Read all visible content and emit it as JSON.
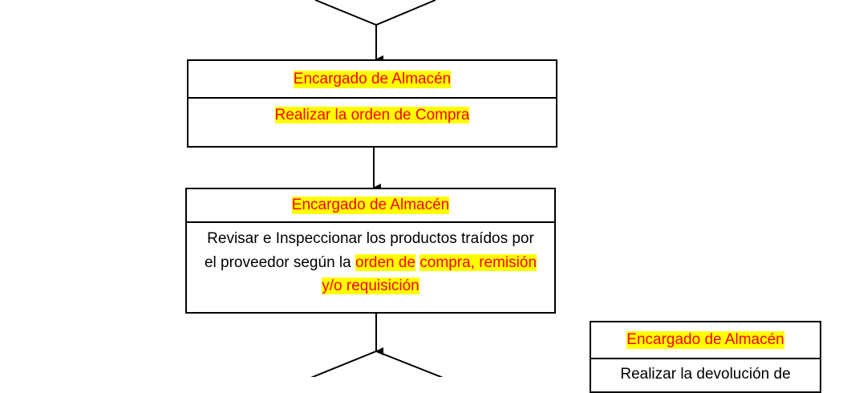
{
  "colors": {
    "highlight_bg": "#ffff00",
    "highlight_text": "#ff0000",
    "line": "#000000"
  },
  "steps": [
    {
      "role": "Encargado de Almacén",
      "action_highlight": "Realizar la orden de Compra"
    },
    {
      "role": "Encargado de Almacén",
      "action_plain": "Revisar e Inspeccionar los productos traídos por el proveedor según la",
      "action_highlight_1": "orden de",
      "action_highlight_2": "compra, remisión y/o requisición"
    },
    {
      "role": "Encargado de Almacén",
      "action_plain": "Realizar la devolución de"
    }
  ]
}
